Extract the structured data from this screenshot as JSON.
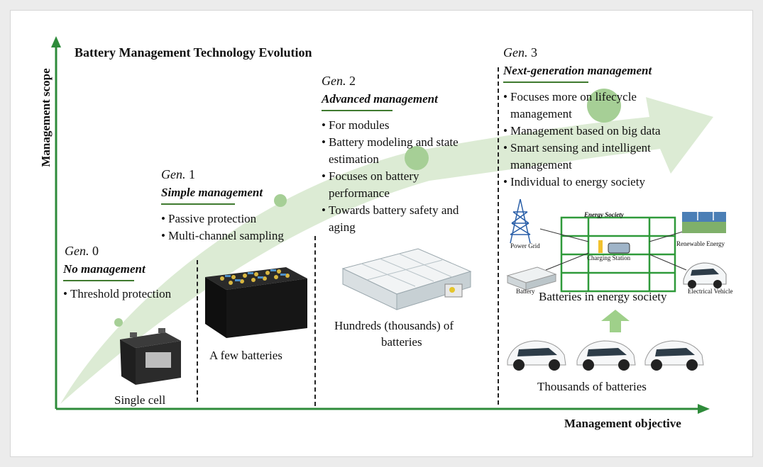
{
  "title": "Battery Management Technology Evolution",
  "axes": {
    "y_label": "Management scope",
    "x_label": "Management objective"
  },
  "gen_prefix": "Gen.",
  "generations": [
    {
      "num": "0",
      "name": "No management",
      "bullets": [
        "Threshold protection"
      ],
      "scale": "Single cell"
    },
    {
      "num": "1",
      "name": "Simple management",
      "bullets": [
        "Passive protection",
        "Multi-channel sampling"
      ],
      "scale": "A few batteries"
    },
    {
      "num": "2",
      "name": "Advanced management",
      "bullets": [
        "For modules",
        "Battery modeling and state",
        "estimation",
        "Focuses on battery",
        "performance",
        "Towards battery safety and",
        "aging"
      ],
      "scale_line1": "Hundreds (thousands) of",
      "scale_line2": "batteries"
    },
    {
      "num": "3",
      "name": "Next-generation management",
      "bullets": [
        "Focuses more on lifecycle",
        "management",
        "Management based on big data",
        "Smart sensing and intelligent",
        "management",
        "Individual to energy society"
      ],
      "scale": "Thousands of batteries",
      "society_caption": "Batteries in energy society"
    }
  ],
  "energy_society": {
    "title": "Energy Society",
    "power_grid": "Power Grid",
    "renewable": "Renewable Energy",
    "charging": "Charging Station",
    "battery": "Battery",
    "ev": "Electrical Vehicle"
  },
  "colors": {
    "arrow": "#dcebd4",
    "axis": "#2e8b3a",
    "bubble": "#a6cf96",
    "underline": "#3f7a2f"
  }
}
